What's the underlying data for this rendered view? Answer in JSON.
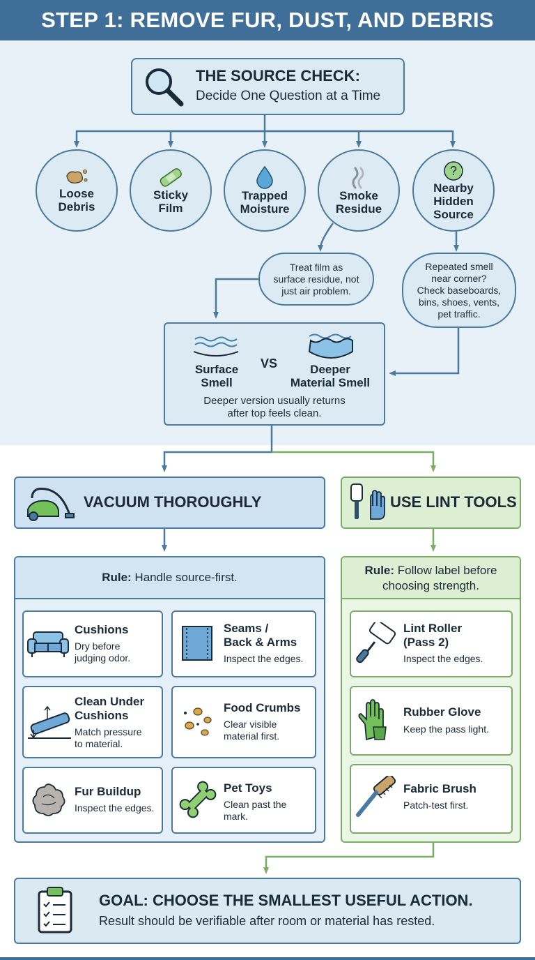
{
  "title": "STEP 1: REMOVE FUR, DUST, AND DEBRIS",
  "source_check": {
    "title": "THE SOURCE CHECK:",
    "subtitle": "Decide One Question at a Time"
  },
  "sources": [
    {
      "label": "Loose\nDebris",
      "icon": "crumbs-icon"
    },
    {
      "label": "Sticky\nFilm",
      "icon": "bandage-icon"
    },
    {
      "label": "Trapped\nMoisture",
      "icon": "water-drop-icon"
    },
    {
      "label": "Smoke\nResidue",
      "icon": "smoke-icon"
    },
    {
      "label": "Nearby\nHidden\nSource",
      "icon": "question-icon"
    }
  ],
  "notes": {
    "smoke": "Treat film as\nsurface residue, not\njust air problem.",
    "hidden": "Repeated smell\nnear corner?\nCheck baseboards,\nbins, shoes, vents,\npet traffic."
  },
  "comparison": {
    "left": "Surface\nSmell",
    "vs": "VS",
    "right": "Deeper\nMaterial Smell",
    "note": "Deeper version usually returns\nafter top feels clean."
  },
  "vacuum": {
    "header": "VACUUM THOROUGHLY",
    "rule_label": "Rule:",
    "rule_text": "Handle source-first.",
    "cards": [
      {
        "title": "Cushions",
        "desc": "Dry before\njudging odor.",
        "icon": "sofa-icon"
      },
      {
        "title": "Seams /\nBack & Arms",
        "desc": "Inspect the edges.",
        "icon": "seam-icon"
      },
      {
        "title": "Clean Under\nCushions",
        "desc": "Match pressure\nto material.",
        "icon": "lift-cushion-icon"
      },
      {
        "title": "Food Crumbs",
        "desc": "Clear visible\nmaterial first.",
        "icon": "crumbs-icon"
      },
      {
        "title": "Fur Buildup",
        "desc": "Inspect the edges.",
        "icon": "fur-ball-icon"
      },
      {
        "title": "Pet Toys",
        "desc": "Clean past the\nmark.",
        "icon": "bone-icon"
      }
    ]
  },
  "lint": {
    "header": "USE LINT TOOLS",
    "rule_label": "Rule:",
    "rule_text": "Follow label before\nchoosing strength.",
    "cards": [
      {
        "title": "Lint Roller\n(Pass 2)",
        "desc": "Inspect the edges.",
        "icon": "lint-roller-icon"
      },
      {
        "title": "Rubber Glove",
        "desc": "Keep the pass light.",
        "icon": "glove-icon"
      },
      {
        "title": "Fabric Brush",
        "desc": "Patch-test first.",
        "icon": "brush-icon"
      }
    ]
  },
  "goal": {
    "title": "GOAL: CHOOSE THE SMALLEST USEFUL ACTION.",
    "text": "Result should be verifiable after room or material has rested."
  },
  "colors": {
    "header_blue": "#3f6f98",
    "border_blue": "#4a7a9e",
    "panel_blue": "#dcebf3",
    "green_border": "#79ad63",
    "green_fill": "#dcefd3"
  }
}
